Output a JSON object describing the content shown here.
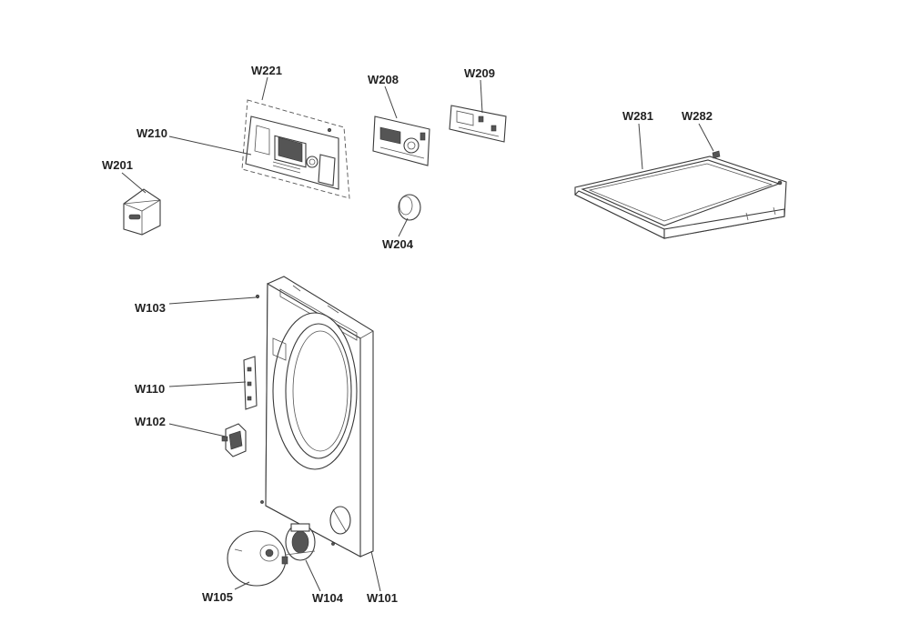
{
  "labels": {
    "w221": "W221",
    "w210": "W210",
    "w201": "W201",
    "w208": "W208",
    "w209": "W209",
    "w204": "W204",
    "w281": "W281",
    "w282": "W282",
    "w103": "W103",
    "w110": "W110",
    "w102": "W102",
    "w105": "W105",
    "w104": "W104",
    "w101": "W101"
  }
}
